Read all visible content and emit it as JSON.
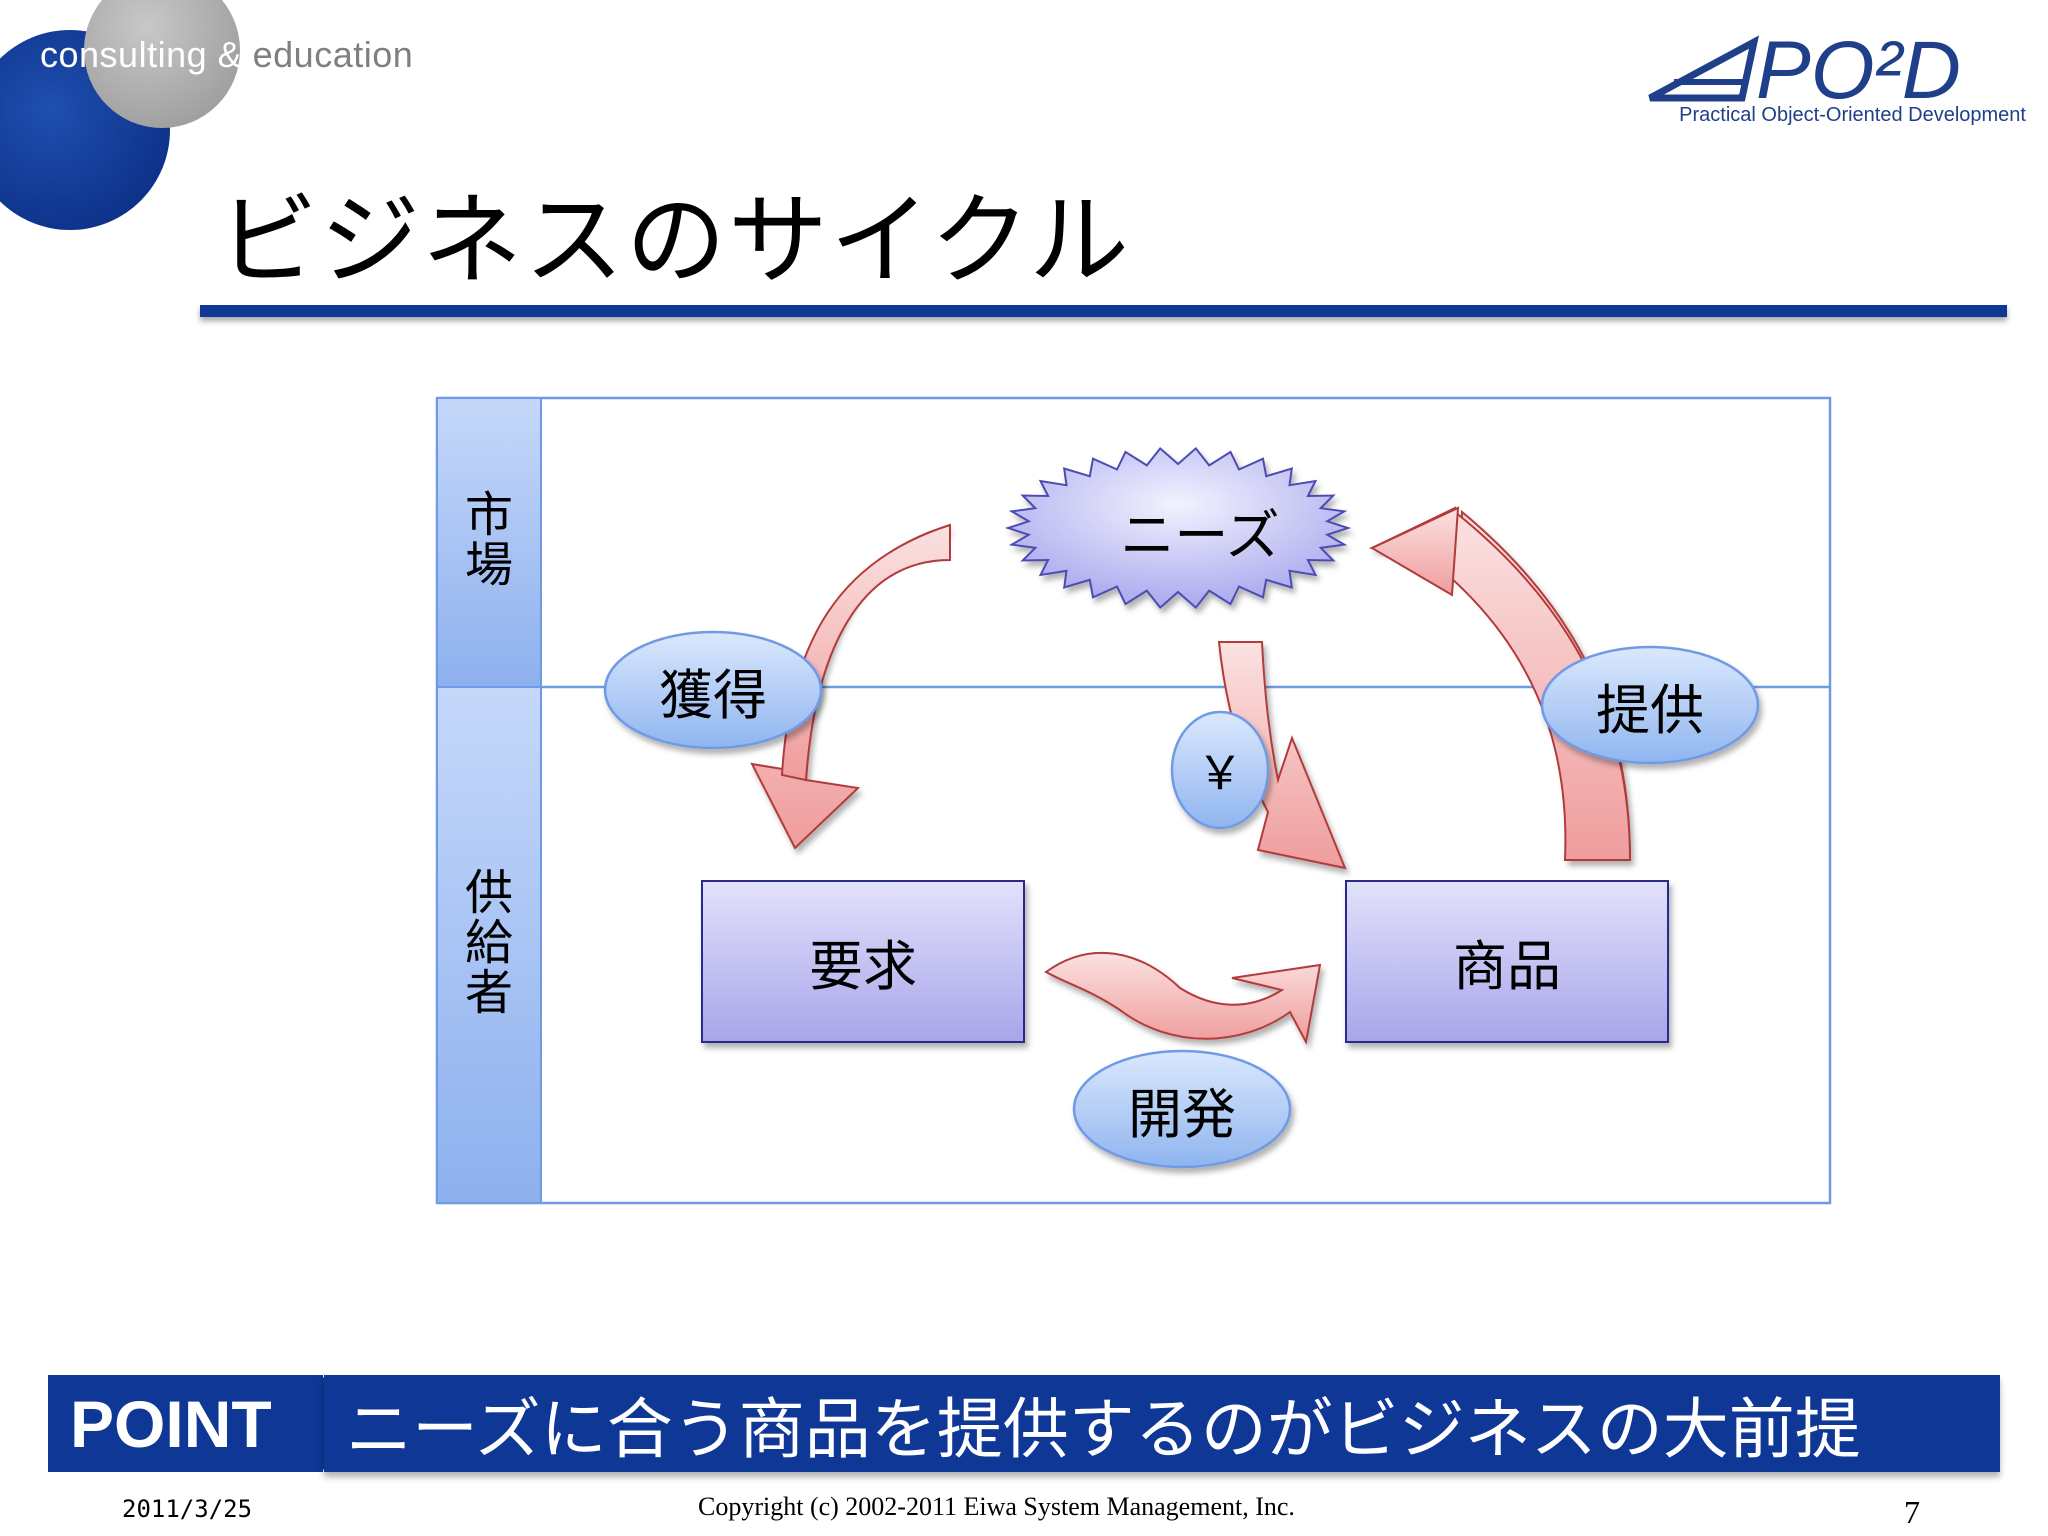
{
  "header": {
    "tagline_prefix": "consulting & ",
    "tagline_suffix": "education",
    "brand_name": "PO²D",
    "brand_subtitle": "Practical Object-Oriented Development"
  },
  "slide": {
    "title": "ビジネスのサイクル"
  },
  "diagram": {
    "lanes": [
      {
        "label_chars": [
          "市",
          "場"
        ]
      },
      {
        "label_chars": [
          "供",
          "給",
          "者"
        ]
      }
    ],
    "needs_label": "ニーズ",
    "nodes": {
      "requirement": "要求",
      "product": "商品"
    },
    "actions": {
      "acquire": "獲得",
      "provide": "提供",
      "develop": "開発",
      "money": "￥"
    },
    "colors": {
      "lane_header": "#9fbef3",
      "node_fill": "#b9b7ee",
      "arrow_fill": "#f1a3a3",
      "arrow_stroke": "#b33a3a",
      "ellipse_fill": "#a9c8f5"
    }
  },
  "point": {
    "label": "POINT",
    "message": "ニーズに合う商品を提供するのがビジネスの大前提"
  },
  "footer": {
    "date": "2011/3/25",
    "copyright": "Copyright (c) 2002-2011 Eiwa System Management, Inc.",
    "page_number": "7"
  }
}
